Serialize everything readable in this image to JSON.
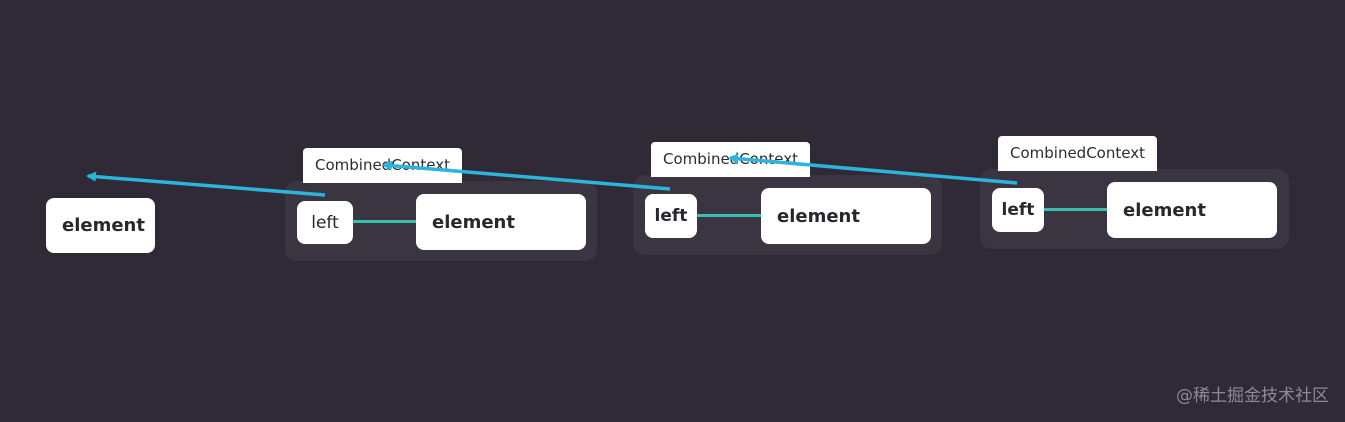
{
  "root_element": {
    "label": "element"
  },
  "contexts": [
    {
      "title": "CombinedContext",
      "left_label": "left",
      "element_label": "element"
    },
    {
      "title": "CombinedContext",
      "left_label": "left",
      "element_label": "element"
    },
    {
      "title": "CombinedContext",
      "left_label": "left",
      "element_label": "element"
    }
  ],
  "colors": {
    "background": "#302a36",
    "group_background": "#3b3541",
    "arrow": "#2bb5db",
    "link": "#38bfb0"
  },
  "watermark": "@稀土掘金技术社区"
}
